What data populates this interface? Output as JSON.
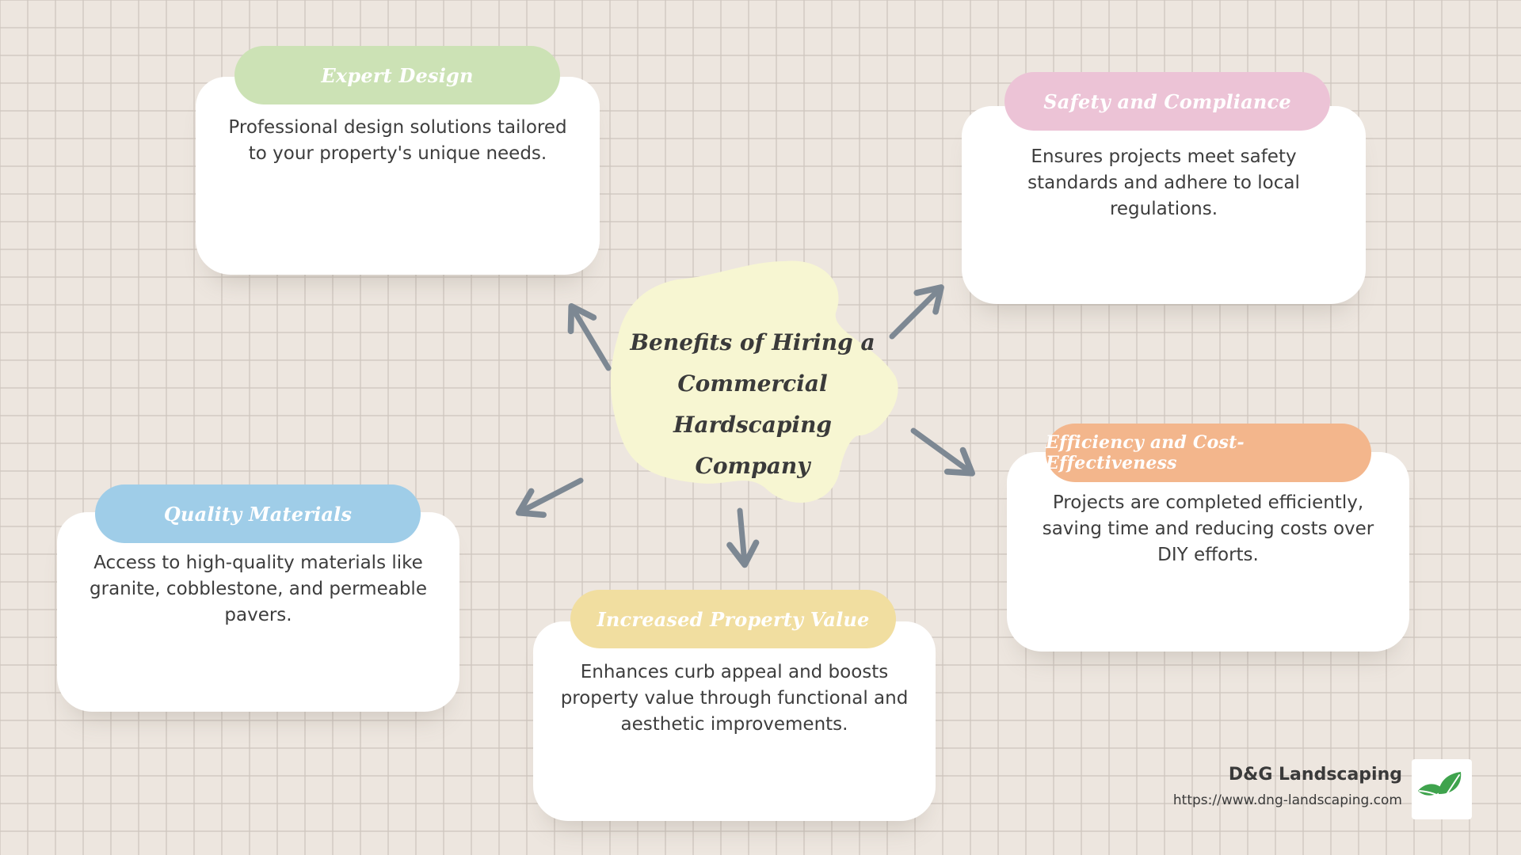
{
  "hub": {
    "title": "Benefits of Hiring a Commercial Hardscaping Company"
  },
  "nodes": [
    {
      "id": "expert",
      "title": "Expert Design",
      "text": "Professional design solutions tailored to your property's unique needs.",
      "color": "#cce2b5"
    },
    {
      "id": "safety",
      "title": "Safety and Compliance",
      "text": "Ensures projects meet safety standards and adhere to local regulations.",
      "color": "#ecc3d6"
    },
    {
      "id": "efficiency",
      "title": "Efficiency and Cost-Effectiveness",
      "text": "Projects are completed efficiently, saving time and reducing costs over DIY efforts.",
      "color": "#f3b68c"
    },
    {
      "id": "value",
      "title": "Increased Property Value",
      "text": "Enhances curb appeal and boosts property value through functional and aesthetic improvements.",
      "color": "#f1dea0"
    },
    {
      "id": "materials",
      "title": "Quality Materials",
      "text": "Access to high-quality materials like granite, cobblestone, and permeable pavers.",
      "color": "#9fcde8"
    }
  ],
  "colors": {
    "hub_fill": "#f7f6d2",
    "arrow": "#7d8893",
    "logo_leaf": "#3fa34d"
  },
  "brand": {
    "name": "D&G Landscaping",
    "url": "https://www.dng-landscaping.com",
    "logo_icon": "leaf-icon"
  }
}
